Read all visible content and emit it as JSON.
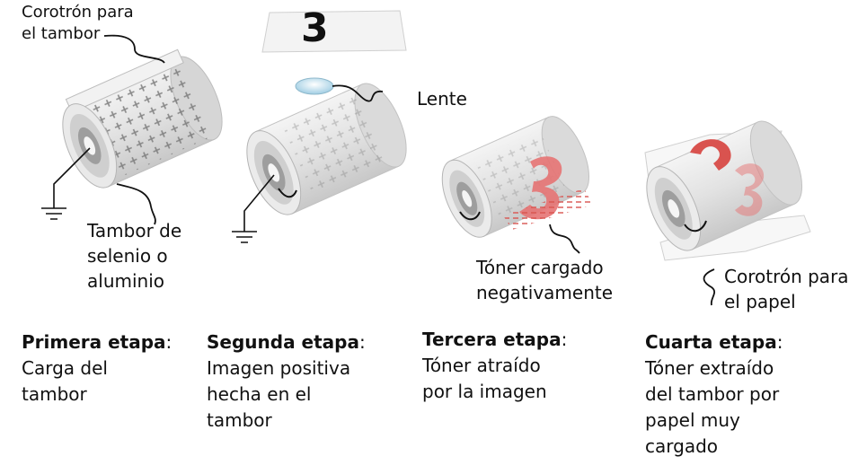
{
  "labels": {
    "drum_corotron": "Corotrón para el tambor",
    "drum_material": "Tambor de selenio o aluminio",
    "lens": "Lente",
    "toner": "Tóner cargado negativamente",
    "paper_corotron": "Corotrón para el papel",
    "original_digit": "3"
  },
  "stages": [
    {
      "title": "Primera etapa",
      "colon": ":",
      "text": "Carga del tambor"
    },
    {
      "title": "Segunda etapa",
      "colon": ":",
      "text": "Imagen positiva hecha en el tambor"
    },
    {
      "title": "Tercera etapa",
      "colon": ":",
      "text": "Tóner atraído por la imagen"
    },
    {
      "title": "Cuarta etapa",
      "colon": ":",
      "text": "Tóner extraído del tambor por papel muy cargado"
    }
  ],
  "colors": {
    "drum": "#e3e3e3",
    "drum_shade": "#c9c9c9",
    "toner": "#e57373",
    "toner_dark": "#d9534f",
    "lens": "#bfe0f0"
  }
}
